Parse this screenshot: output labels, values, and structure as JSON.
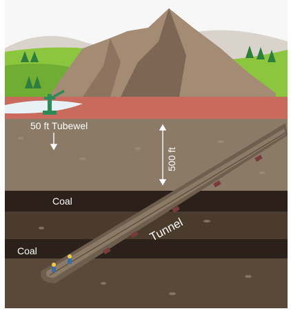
{
  "labels": {
    "tubewell": "50 ft Tubewel",
    "depth": "500 ft",
    "coal_upper": "Coal",
    "coal_lower": "Coal",
    "tunnel": "Tunnel"
  },
  "colors": {
    "sky": "#f3f5f3",
    "grass": "#8cc63f",
    "grass_dark": "#5ea02a",
    "mountain": "#a78f78",
    "mountain_dark": "#6f5a48",
    "topsoil": "#c96b5c",
    "soil": "#8b7a66",
    "coal_seam": "#2b211a",
    "rock_layer": "#4a3a2c",
    "tunnel": "#7a6a58"
  },
  "icons": [
    "hand-pump-icon",
    "miner-icon",
    "mine-cart-icon",
    "pine-tree-icon"
  ]
}
